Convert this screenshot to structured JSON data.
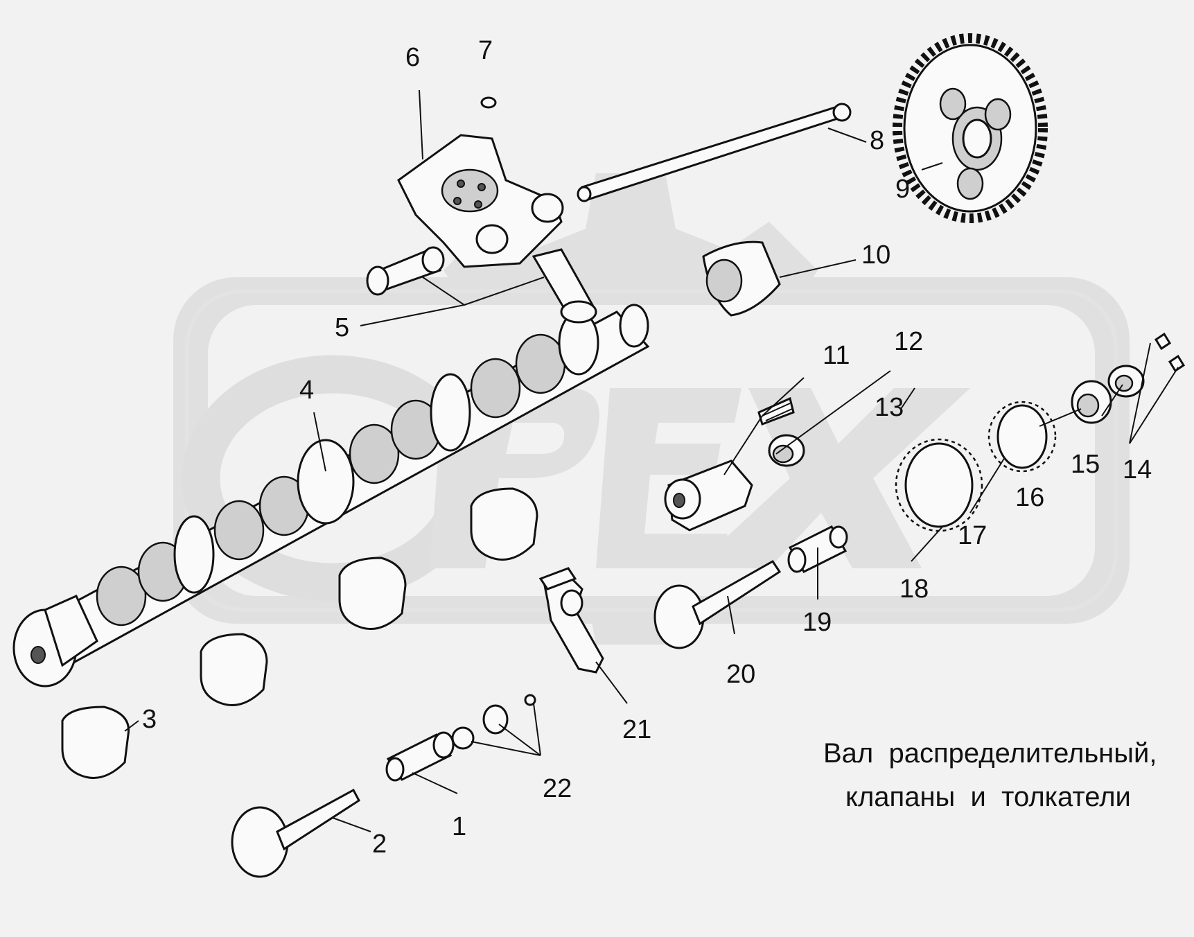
{
  "caption": {
    "line1": "Вал  распределительный,",
    "line2": "клапаны  и  толкатели"
  },
  "callouts": [
    {
      "id": "c1",
      "label": "1"
    },
    {
      "id": "c2",
      "label": "2"
    },
    {
      "id": "c3",
      "label": "3"
    },
    {
      "id": "c4",
      "label": "4"
    },
    {
      "id": "c5",
      "label": "5"
    },
    {
      "id": "c6",
      "label": "6"
    },
    {
      "id": "c7",
      "label": "7"
    },
    {
      "id": "c8",
      "label": "8"
    },
    {
      "id": "c9",
      "label": "9"
    },
    {
      "id": "c10",
      "label": "10"
    },
    {
      "id": "c11",
      "label": "11"
    },
    {
      "id": "c12",
      "label": "12"
    },
    {
      "id": "c13",
      "label": "13"
    },
    {
      "id": "c14",
      "label": "14"
    },
    {
      "id": "c15",
      "label": "15"
    },
    {
      "id": "c16",
      "label": "16"
    },
    {
      "id": "c17",
      "label": "17"
    },
    {
      "id": "c18",
      "label": "18"
    },
    {
      "id": "c19",
      "label": "19"
    },
    {
      "id": "c20",
      "label": "20"
    },
    {
      "id": "c21",
      "label": "21"
    },
    {
      "id": "c22",
      "label": "22"
    }
  ],
  "watermark": {
    "logo": "OREX gear logo"
  }
}
